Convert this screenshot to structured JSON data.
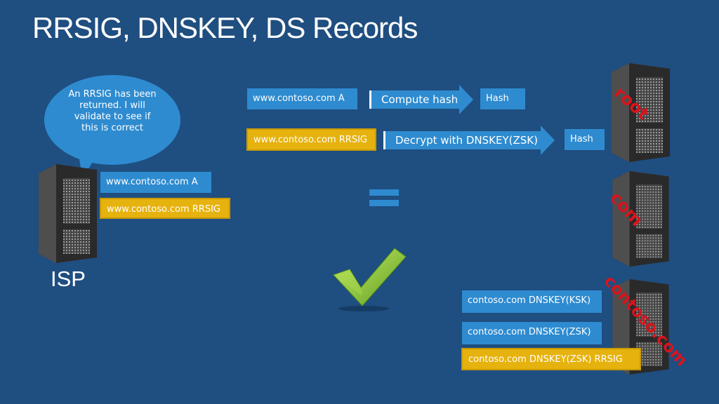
{
  "title": "RRSIG, DNSKEY, DS Records",
  "bubble_text": "An RRSIG has been returned.  I will validate to see if this is correct",
  "isp": {
    "label": "ISP",
    "record_a": "www.contoso.com A",
    "record_rrsig": "www.contoso.com RRSIG"
  },
  "flow": {
    "row1": {
      "input": "www.contoso.com A",
      "action": "Compute hash",
      "output": "Hash"
    },
    "row2": {
      "input": "www.contoso.com RRSIG",
      "action": "Decrypt with DNSKEY(ZSK)",
      "output": "Hash"
    }
  },
  "servers": {
    "root": "root",
    "com": "com",
    "contoso": "contoso.com"
  },
  "zone_records": [
    "contoso.com DNSKEY(KSK)",
    "contoso.com DNSKEY(ZSK)",
    "contoso.com DNSKEY(ZSK) RRSIG"
  ],
  "colors": {
    "background": "#1f4e80",
    "blue_box": "#2e8bd0",
    "gold_box": "#e6b20e",
    "server_label": "#d8141c",
    "check": "#8cc63f"
  }
}
